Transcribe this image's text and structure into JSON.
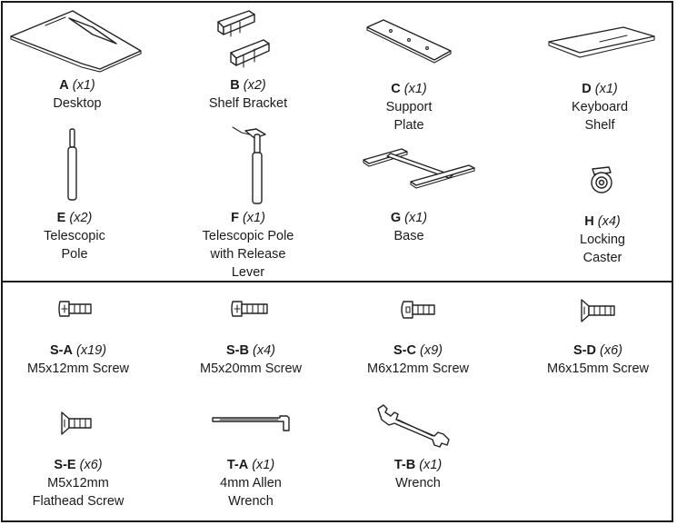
{
  "parts": [
    {
      "code": "A",
      "qty": "(x1)",
      "name": "Desktop",
      "icon": "desktop-icon"
    },
    {
      "code": "B",
      "qty": "(x2)",
      "name": "Shelf Bracket",
      "icon": "shelf-bracket-icon"
    },
    {
      "code": "C",
      "qty": "(x1)",
      "name": "Support Plate",
      "name_lines": [
        "Support",
        "Plate"
      ],
      "icon": "support-plate-icon"
    },
    {
      "code": "D",
      "qty": "(x1)",
      "name": "Keyboard Shelf",
      "name_lines": [
        "Keyboard",
        "Shelf"
      ],
      "icon": "keyboard-shelf-icon"
    },
    {
      "code": "E",
      "qty": "(x2)",
      "name": "Telescopic Pole",
      "name_lines": [
        "Telescopic",
        "Pole"
      ],
      "icon": "telescopic-pole-icon"
    },
    {
      "code": "F",
      "qty": "(x1)",
      "name": "Telescopic Pole with Release Lever",
      "name_lines": [
        "Telescopic Pole",
        "with Release",
        "Lever"
      ],
      "icon": "release-lever-pole-icon"
    },
    {
      "code": "G",
      "qty": "(x1)",
      "name": "Base",
      "icon": "base-icon"
    },
    {
      "code": "H",
      "qty": "(x4)",
      "name": "Locking Caster",
      "name_lines": [
        "Locking",
        "Caster"
      ],
      "icon": "locking-caster-icon"
    }
  ],
  "hardware": [
    {
      "code": "S-A",
      "qty": "(x19)",
      "name": "M5x12mm Screw",
      "icon": "pan-head-screw-icon"
    },
    {
      "code": "S-B",
      "qty": "(x4)",
      "name": "M5x20mm Screw",
      "icon": "pan-head-screw-icon"
    },
    {
      "code": "S-C",
      "qty": "(x9)",
      "name": "M6x12mm Screw",
      "icon": "button-head-screw-icon"
    },
    {
      "code": "S-D",
      "qty": "(x6)",
      "name": "M6x15mm Screw",
      "icon": "flathead-screw-icon"
    },
    {
      "code": "S-E",
      "qty": "(x6)",
      "name": "M5x12mm Flathead Screw",
      "name_lines": [
        "M5x12mm",
        "Flathead Screw"
      ],
      "icon": "flathead-screw-icon"
    },
    {
      "code": "T-A",
      "qty": "(x1)",
      "name": "4mm Allen Wrench",
      "name_lines": [
        "4mm Allen",
        "Wrench"
      ],
      "icon": "allen-wrench-icon"
    },
    {
      "code": "T-B",
      "qty": "(x1)",
      "name": "Wrench",
      "icon": "wrench-icon"
    }
  ]
}
